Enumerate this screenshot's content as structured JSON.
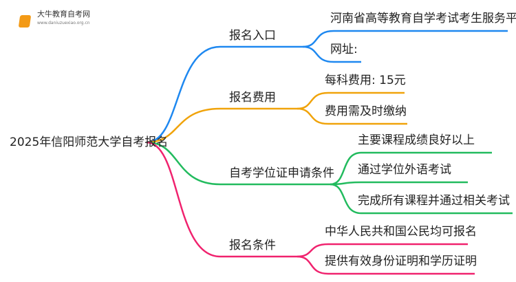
{
  "logo": {
    "name": "大牛教育自考网",
    "url": "www.daniuzuexiao.org.cn"
  },
  "root": "2025年信阳师范大学自考报名",
  "colors": {
    "blue": "#1e88f0",
    "orange": "#f0a30a",
    "green": "#22bb5e",
    "pink": "#f0226e"
  },
  "branches": [
    {
      "label": "报名入口",
      "leaves": [
        "河南省高等教育自学考试考生服务平台",
        "网址:"
      ]
    },
    {
      "label": "报名费用",
      "leaves": [
        "每科费用: 15元",
        "费用需及时缴纳"
      ]
    },
    {
      "label": "自考学位证申请条件",
      "leaves": [
        "主要课程成绩良好以上",
        "通过学位外语考试",
        "完成所有课程并通过相关考试"
      ]
    },
    {
      "label": "报名条件",
      "leaves": [
        "中华人民共和国公民均可报名",
        "提供有效身份证明和学历证明"
      ]
    }
  ]
}
